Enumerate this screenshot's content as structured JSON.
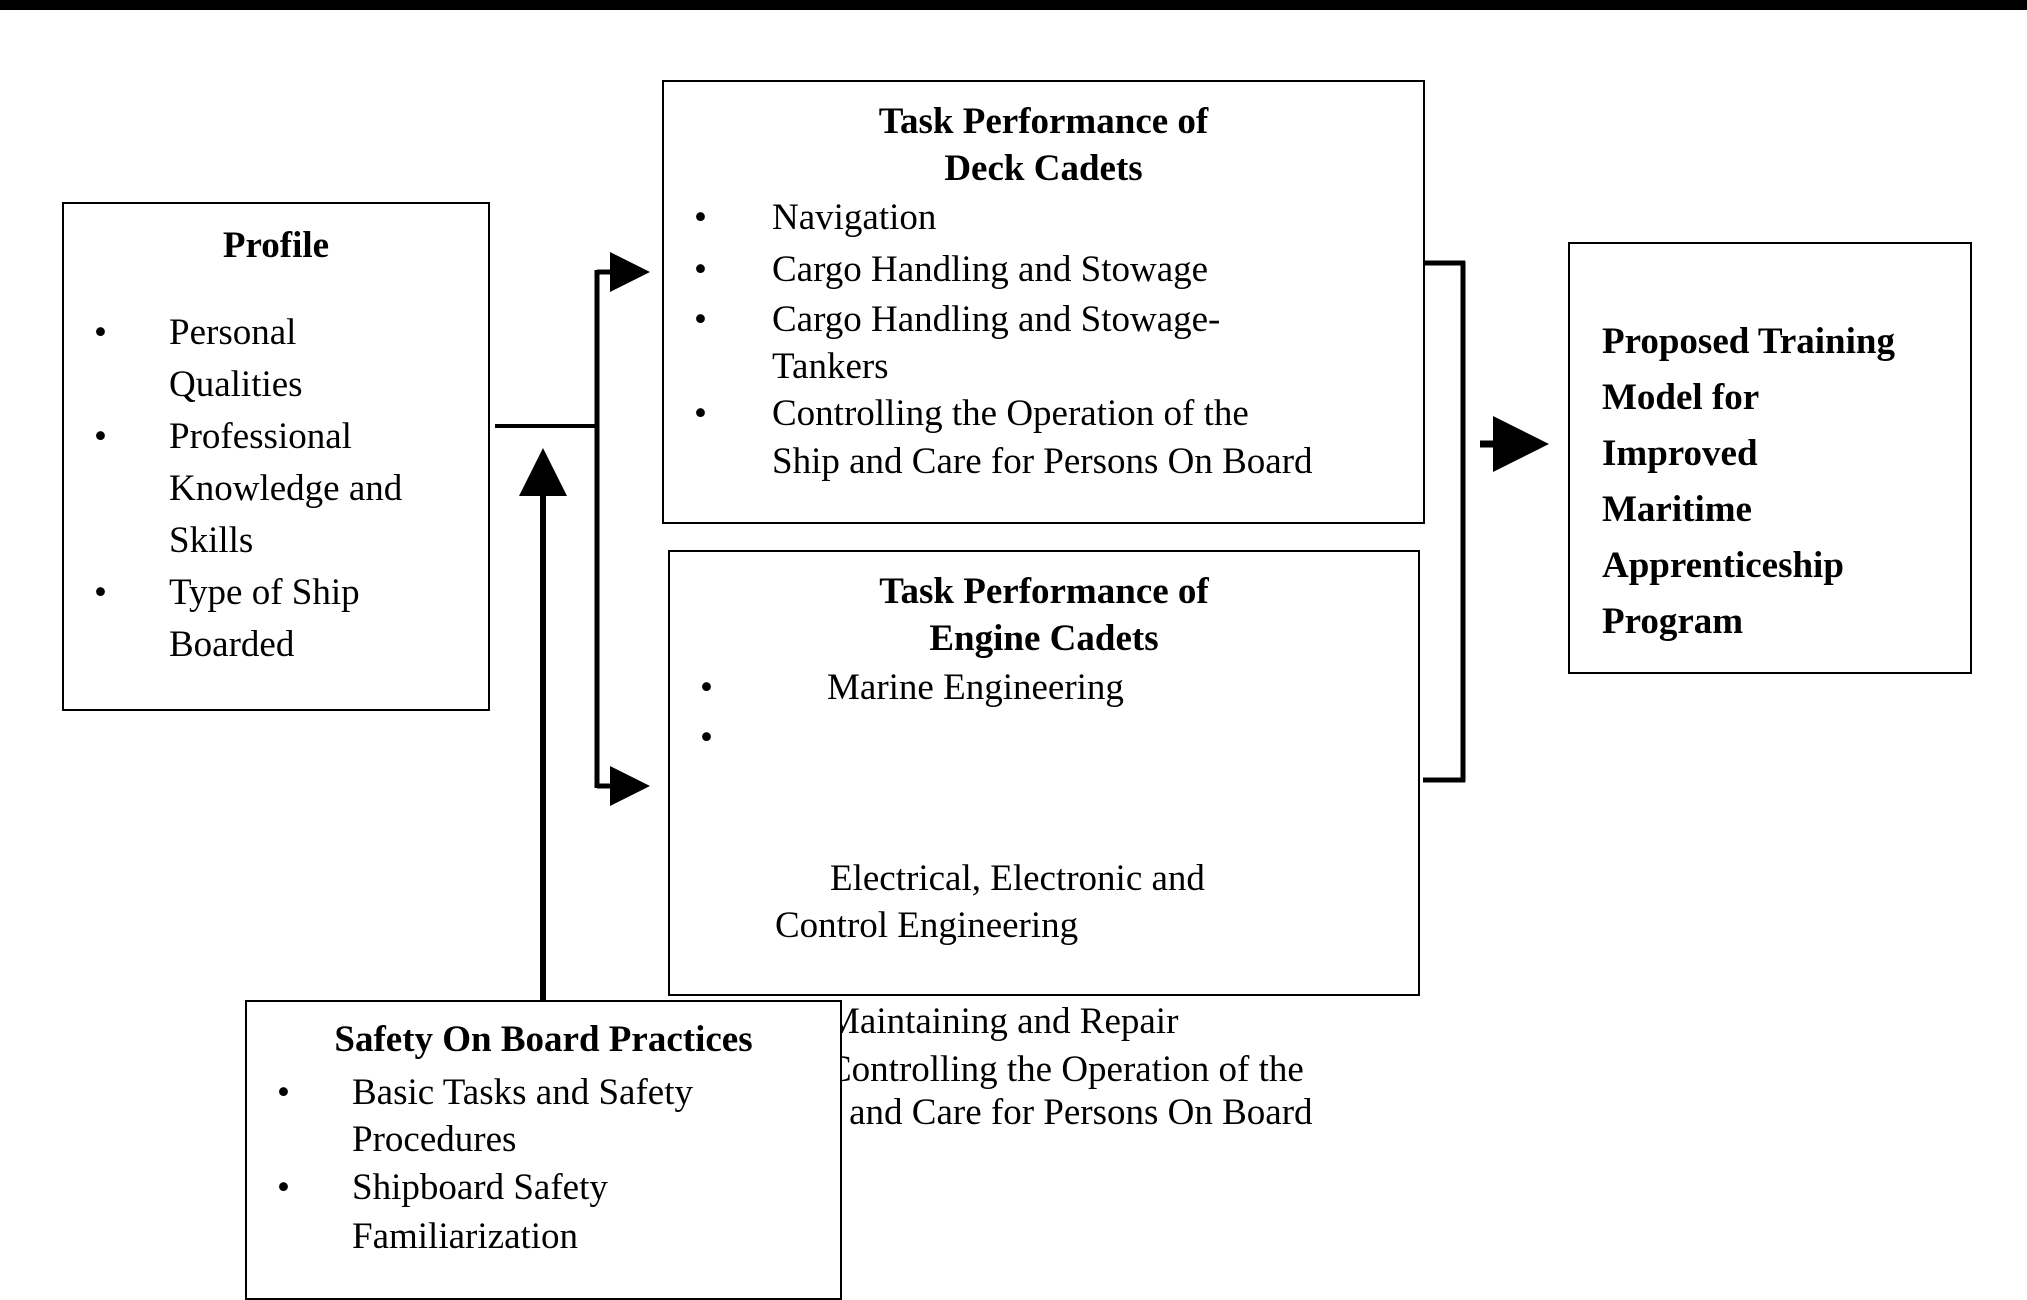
{
  "profile": {
    "title": "Profile",
    "items": [
      "Personal\nQualities",
      "Professional\nKnowledge and\nSkills",
      "Type of Ship\nBoarded"
    ]
  },
  "deck": {
    "title": "Task Performance of\nDeck Cadets",
    "items": [
      "Navigation",
      "Cargo Handling and Stowage",
      "Cargo Handling and Stowage-\nTankers",
      "Controlling the Operation of the\nShip and Care for Persons On Board"
    ]
  },
  "engine": {
    "title": "Task Performance of\nEngine Cadets",
    "items": [
      "Marine Engineering",
      "Electrical, Electronic and\nControl Engineering",
      "Maintaining and Repair",
      "Controlling the Operation of the\nShip and Care for Persons On Board"
    ]
  },
  "safety": {
    "title": "Safety On Board Practices",
    "items": [
      "Basic Tasks and Safety\nProcedures",
      "Shipboard Safety\nFamiliarization"
    ]
  },
  "outcome": {
    "text": "Proposed Training\nModel for\nImproved\nMaritime\nApprenticeship\nProgram"
  }
}
